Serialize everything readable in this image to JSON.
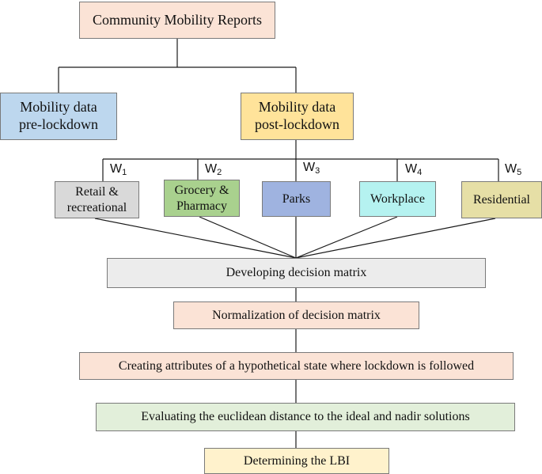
{
  "nodes": {
    "root": {
      "label": "Community Mobility Reports",
      "fill": "#fbe3d6"
    },
    "pre": {
      "line1": "Mobility data",
      "line2": "pre-lockdown",
      "fill": "#bdd7ee"
    },
    "post": {
      "line1": "Mobility data",
      "line2": "post-lockdown",
      "fill": "#ffe39a"
    },
    "retail": {
      "line1": "Retail &",
      "line2": "recreational",
      "fill": "#d9d9d9"
    },
    "grocery": {
      "line1": "Grocery &",
      "line2": "Pharmacy",
      "fill": "#a9d18e"
    },
    "parks": {
      "label": "Parks",
      "fill": "#9fb3e0"
    },
    "workplace": {
      "label": "Workplace",
      "fill": "#b5f2f0"
    },
    "residential": {
      "label": "Residential",
      "fill": "#e6dfa6"
    },
    "decision": {
      "label": "Developing decision matrix",
      "fill": "#ececec"
    },
    "normalization": {
      "label": "Normalization of decision matrix",
      "fill": "#fbe3d6"
    },
    "attributes": {
      "label": "Creating attributes of a hypothetical state where lockdown is followed",
      "fill": "#fbe3d6"
    },
    "evaluating": {
      "label": "Evaluating the euclidean distance to the ideal and nadir solutions",
      "fill": "#e2efda"
    },
    "lbi": {
      "label": "Determining the LBI",
      "fill": "#fff2cc"
    }
  },
  "weights": [
    {
      "letter": "W",
      "sub": "1"
    },
    {
      "letter": "W",
      "sub": "2"
    },
    {
      "letter": "W",
      "sub": "3"
    },
    {
      "letter": "W",
      "sub": "4"
    },
    {
      "letter": "W",
      "sub": "5"
    }
  ]
}
